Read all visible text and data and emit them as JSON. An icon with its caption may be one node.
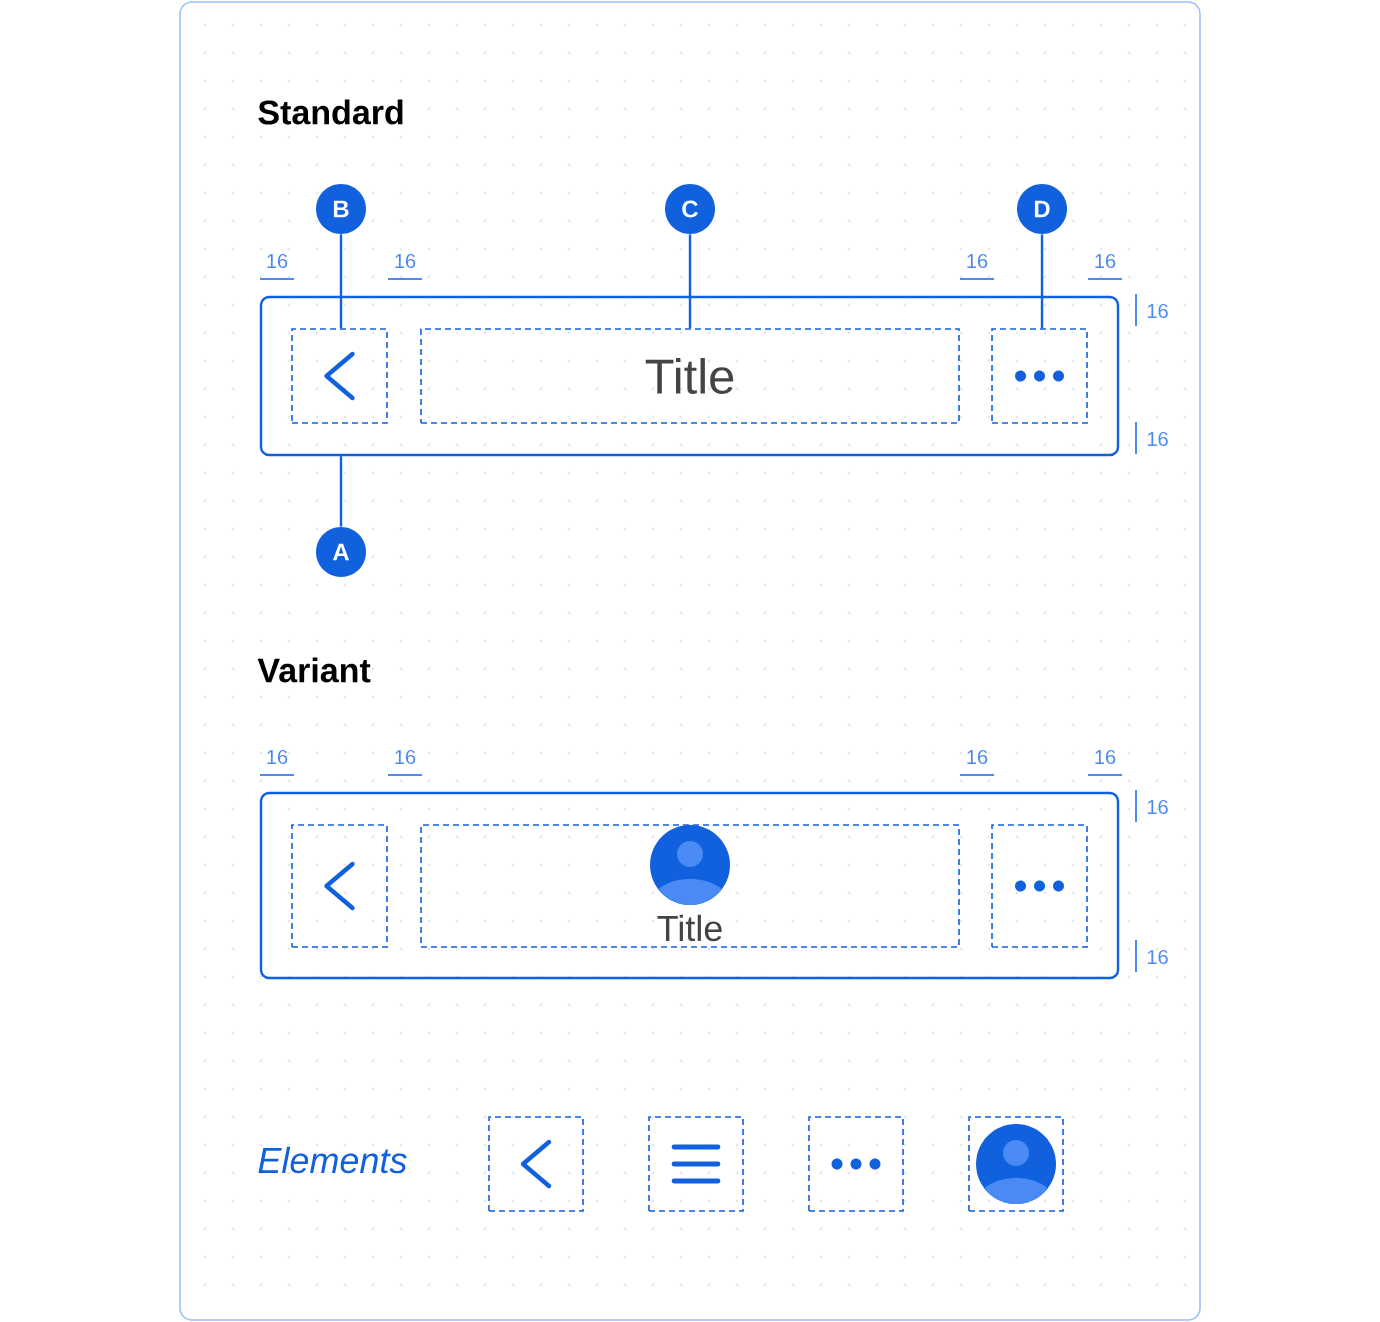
{
  "diagram": {
    "nodes": [
      {
        "text": [],
        "shape": "box"
      },
      {
        "text": [],
        "shape": "box",
        "in": 0
      },
      {
        "text": [
          "Title"
        ],
        "in": 0
      },
      {
        "text": [],
        "shape": "box",
        "in": 0
      },
      {
        "text": [
          "A"
        ]
      },
      {
        "text": [
          "B"
        ]
      },
      {
        "text": [
          "C"
        ]
      },
      {
        "text": [
          "D"
        ]
      },
      {
        "text": [],
        "shape": "box"
      },
      {
        "text": [],
        "shape": "box",
        "in": 8
      },
      {
        "text": [
          "Title"
        ],
        "in": 8
      },
      {
        "text": [],
        "shape": "box",
        "in": 8
      },
      {
        "text": [],
        "shape": "box"
      },
      {
        "text": [],
        "shape": "box"
      },
      {
        "text": [],
        "shape": "box"
      },
      {
        "text": [],
        "shape": "box"
      }
    ],
    "edges": [
      {
        "from": 4,
        "to": 0,
        "arrow": "none"
      },
      {
        "from": 5,
        "to": 1,
        "arrow": "none"
      },
      {
        "from": 6,
        "to": 2,
        "arrow": "none"
      },
      {
        "from": 7,
        "to": 3,
        "arrow": "none"
      }
    ],
    "labels": [
      "Standard",
      "16",
      "16",
      "16",
      "16",
      "16",
      "16",
      "Variant",
      "16",
      "16",
      "16",
      "16",
      "16",
      "16",
      "Elements"
    ]
  }
}
